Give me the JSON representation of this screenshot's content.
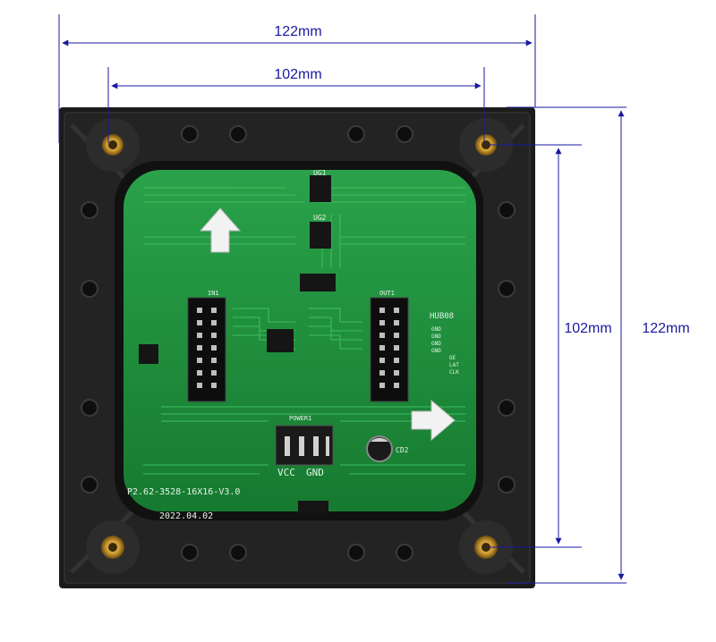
{
  "dimensions": {
    "top_outer": "122mm",
    "top_inner": "102mm",
    "right_inner": "102mm",
    "right_outer": "122mm"
  },
  "pcb": {
    "model": "P2.62-3528-16X16-V3.0",
    "date": "2022.04.02",
    "connector_in": "IN1",
    "connector_out": "OUT1",
    "interface": "HUB08",
    "power_label": "POWER1",
    "vcc": "VCC",
    "gnd": "GND",
    "cap_label": "CD2",
    "chip_u1": "UG1",
    "chip_u2": "UG2",
    "hub_pins": [
      "GND",
      "GND",
      "GND",
      "GND",
      "OE",
      "LAT",
      "CLK"
    ]
  },
  "colors": {
    "dimension_line": "#1a1aa0",
    "frame": "#1b1b1b",
    "pcb": "#1f8a3c",
    "brass": "#c8962e"
  }
}
